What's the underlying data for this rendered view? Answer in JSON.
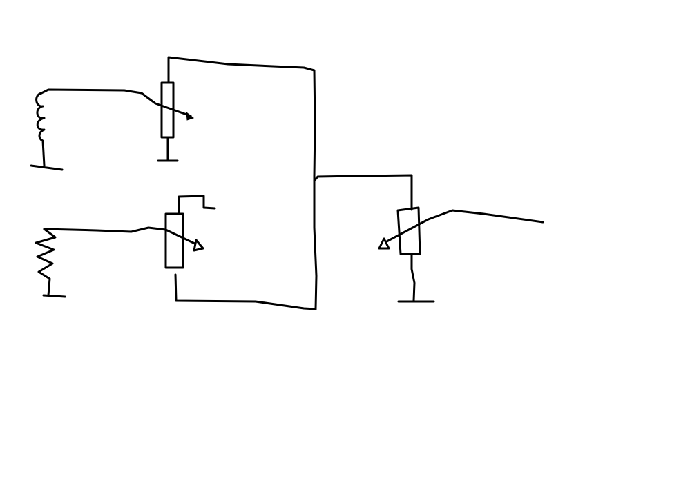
{
  "diagram": {
    "background": "#ffffff",
    "ink": "#000000",
    "components": [
      {
        "name": "inductor-coil",
        "kind": "inductor"
      },
      {
        "name": "resistor-zigzag",
        "kind": "resistor"
      },
      {
        "name": "potentiometer-top",
        "kind": "potentiometer"
      },
      {
        "name": "potentiometer-middle",
        "kind": "potentiometer"
      },
      {
        "name": "potentiometer-right",
        "kind": "potentiometer"
      }
    ]
  }
}
